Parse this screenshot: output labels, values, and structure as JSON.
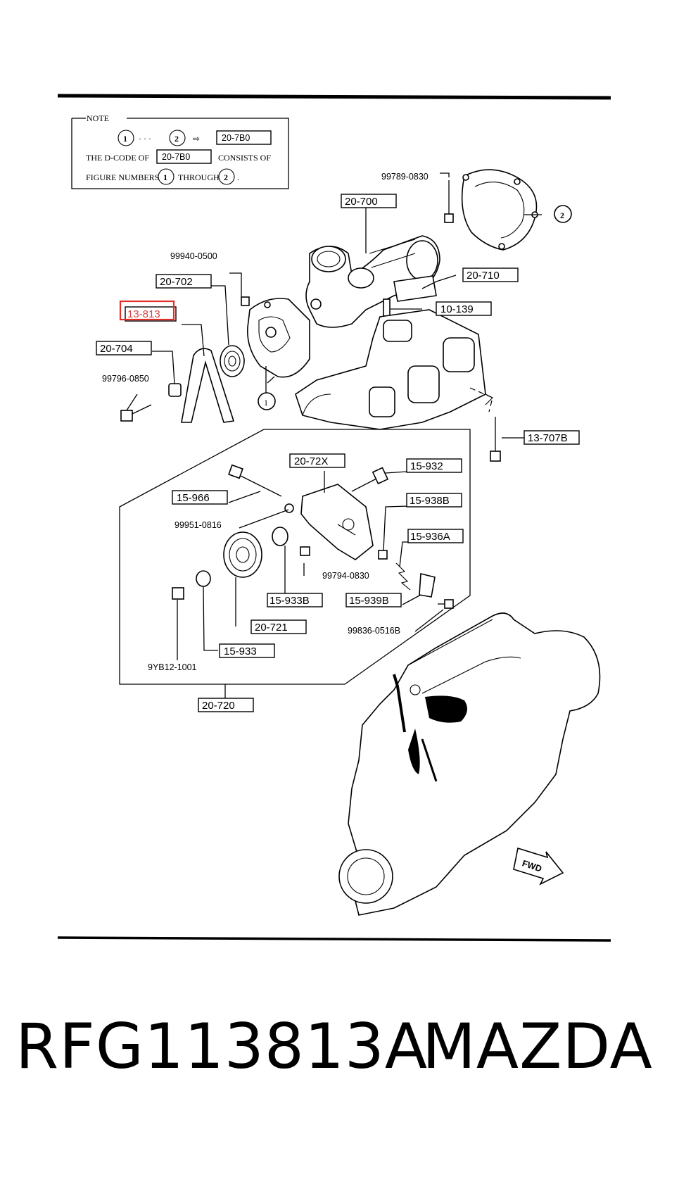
{
  "note": {
    "title": "NOTE",
    "circle_1": "1",
    "circle_2": "2",
    "range_dots": "· · ·",
    "arrow": "⇨",
    "dcode": "20-7B0",
    "line2_prefix": "THE D-CODE OF",
    "line2_suffix": "CONSISTS OF",
    "line3_prefix": "FIGURE NUMBERS",
    "line3_mid": "THROUGH",
    "line3_end": "."
  },
  "labels": {
    "l_20700": "20-700",
    "l_20702": "20-702",
    "l_13813": "13-813",
    "l_20704": "20-704",
    "l_20710": "20-710",
    "l_10139": "10-139",
    "l_13707b": "13-707B",
    "l_20_72x": "20-72X",
    "l_15932": "15-932",
    "l_15966": "15-966",
    "l_15938b": "15-938B",
    "l_15936a": "15-936A",
    "l_15933b": "15-933B",
    "l_15939b": "15-939B",
    "l_20721": "20-721",
    "l_15933": "15-933",
    "l_20720": "20-720"
  },
  "part_numbers": {
    "p_99789": "99789-0830",
    "p_99940": "99940-0500",
    "p_99796": "99796-0850",
    "p_99951": "99951-0816",
    "p_99794": "99794-0830",
    "p_99836": "99836-0516B",
    "p_9yb12": "9YB12-1001"
  },
  "callouts": {
    "c1": "1",
    "c2": "2"
  },
  "fwd": "FWD",
  "highlight_color": "#e0302a",
  "footer": {
    "part_number": "RFG113813A",
    "brand": "MAZDA"
  }
}
